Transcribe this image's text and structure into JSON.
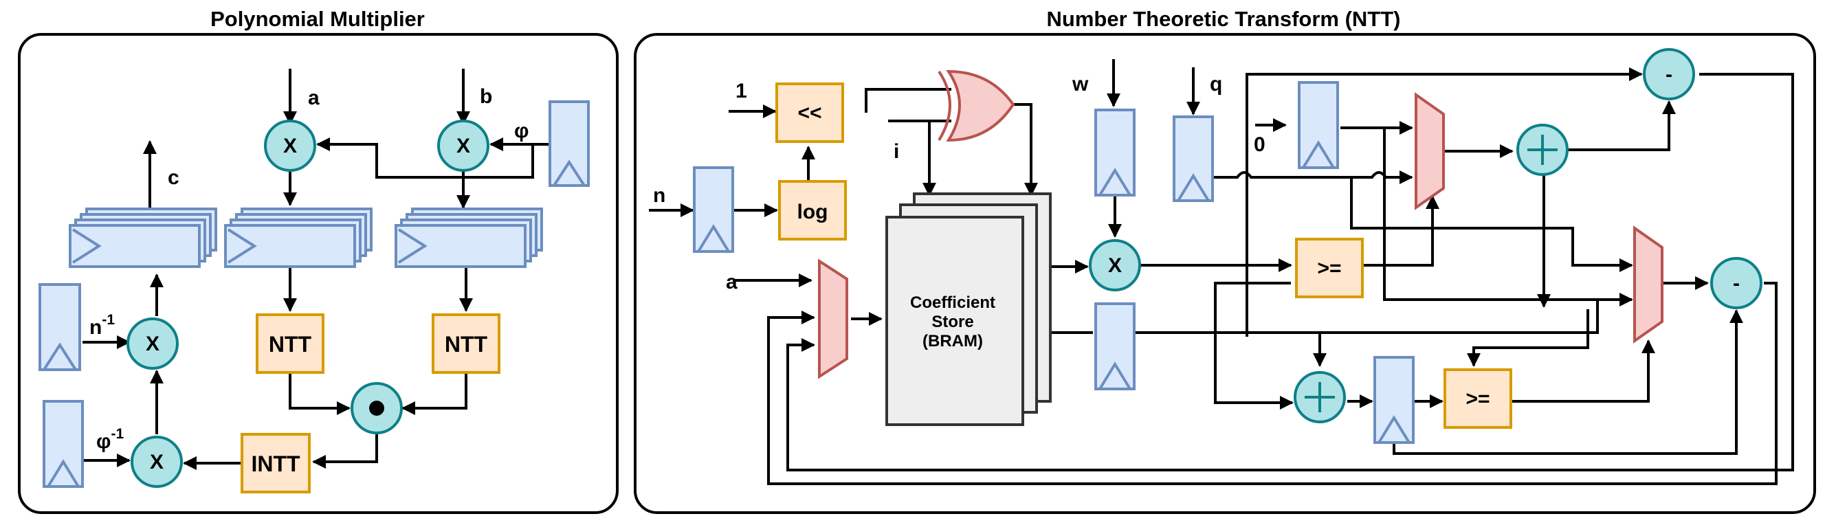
{
  "titles": {
    "left": "Polynomial Multiplier",
    "right": "Number Theoretic Transform (NTT)"
  },
  "left": {
    "input_a": "a",
    "input_b": "b",
    "input_phi": "φ",
    "output_c": "c",
    "n_inv_base": "n",
    "n_inv_exp": "-1",
    "phi_inv_base": "φ",
    "phi_inv_exp": "-1",
    "mult_symbol": "X",
    "ntt_a": "NTT",
    "ntt_b": "NTT",
    "intt": "INTT"
  },
  "right": {
    "const_one": "1",
    "shift": "<<",
    "log": "log",
    "input_n": "n",
    "input_i": "i",
    "input_w": "w",
    "input_q": "q",
    "input_a": "a",
    "const_zero": "0",
    "bram_line1": "Coefficient",
    "bram_line2": "Store",
    "bram_line3": "(BRAM)",
    "mult_symbol": "X",
    "geq_top": ">=",
    "geq_bottom": ">=",
    "minus_top": "-",
    "minus_right": "-"
  },
  "colors": {
    "register_fill": "#dae8fc",
    "register_stroke": "#6c8ebf",
    "block_fill": "#ffe6cc",
    "block_stroke": "#d79b00",
    "operator_fill": "#b0e3e6",
    "operator_stroke": "#0e8088",
    "mux_fill": "#f8cecc",
    "mux_stroke": "#b85450",
    "bram_fill": "#eeeeee"
  }
}
